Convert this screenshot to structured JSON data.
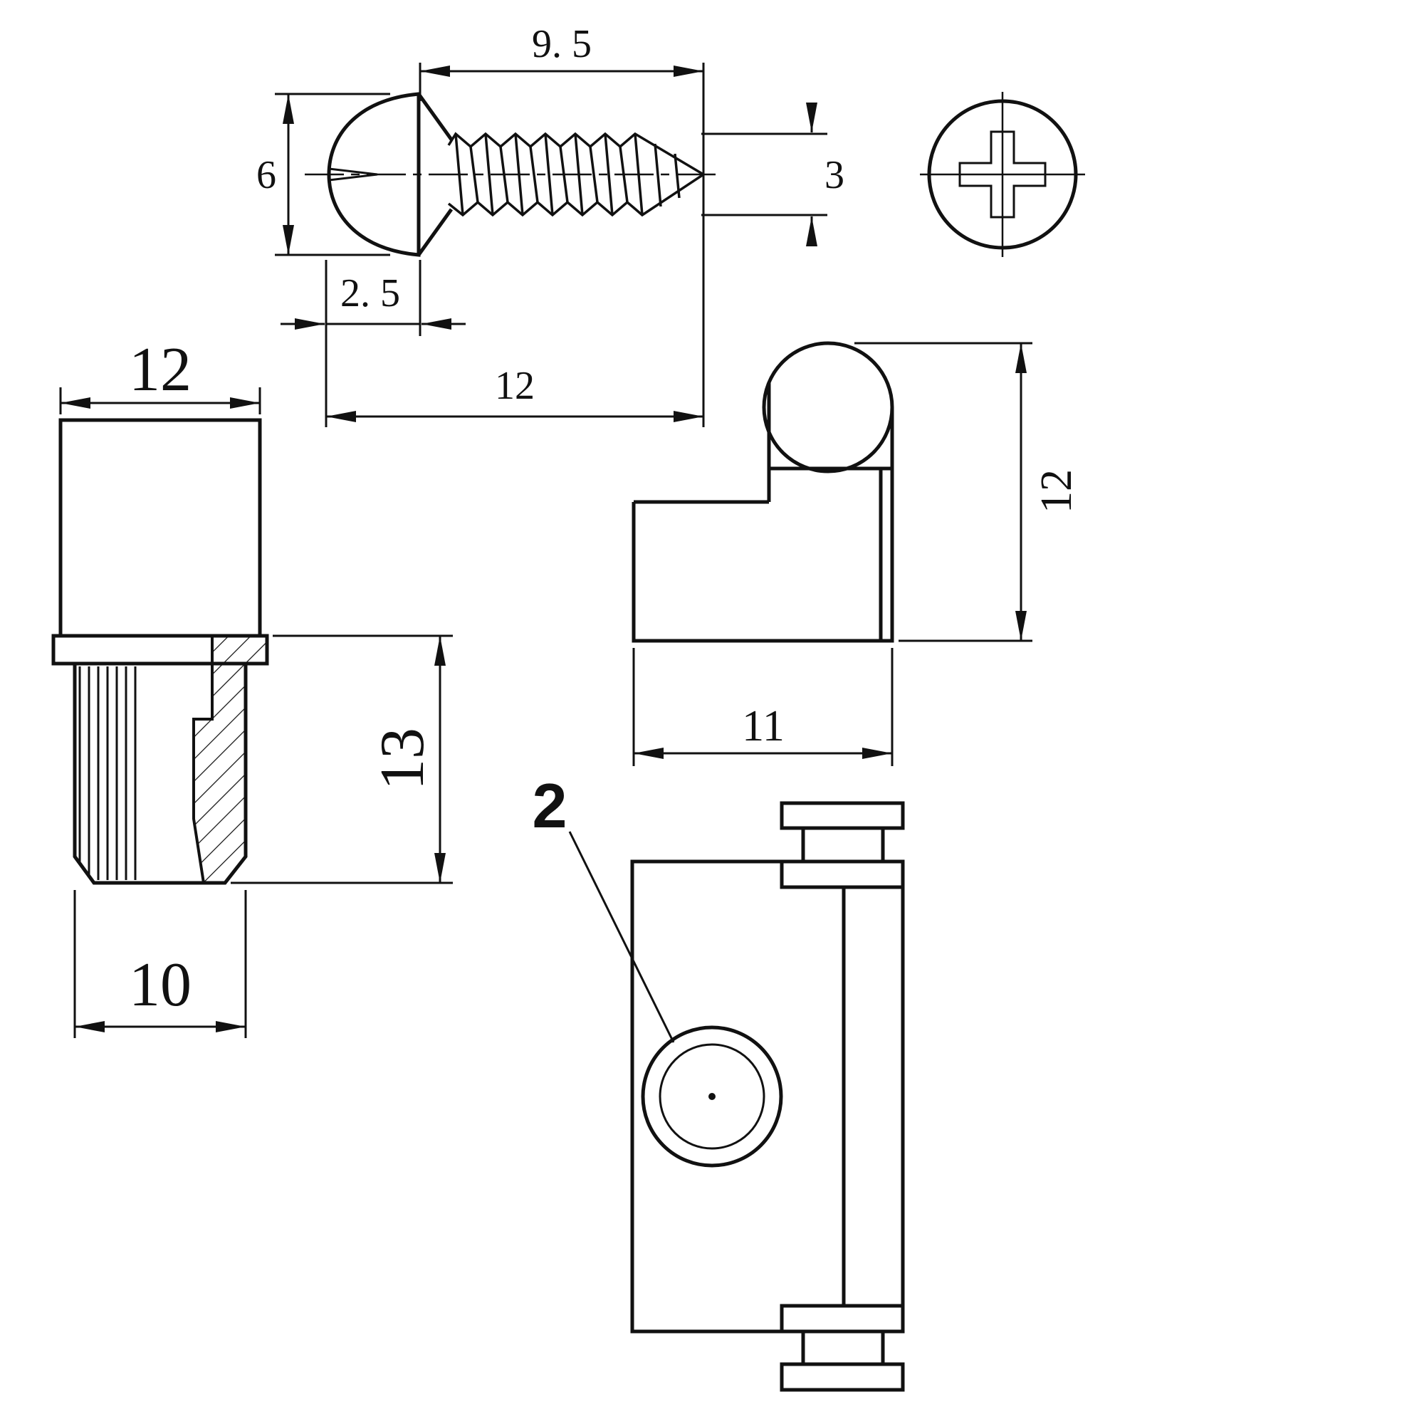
{
  "colors": {
    "background": "#ffffff",
    "line": "#111111"
  },
  "dimensions": {
    "screw": {
      "thread_length": "9. 5",
      "head_diameter": "6",
      "shaft_diameter": "3",
      "head_height": "2. 5",
      "total_length": "12"
    },
    "bushing": {
      "width": "12",
      "height": "13",
      "body_width": "10"
    },
    "guide": {
      "height": "12",
      "width": "11"
    }
  },
  "labels": {
    "guide_part_number": "2"
  }
}
